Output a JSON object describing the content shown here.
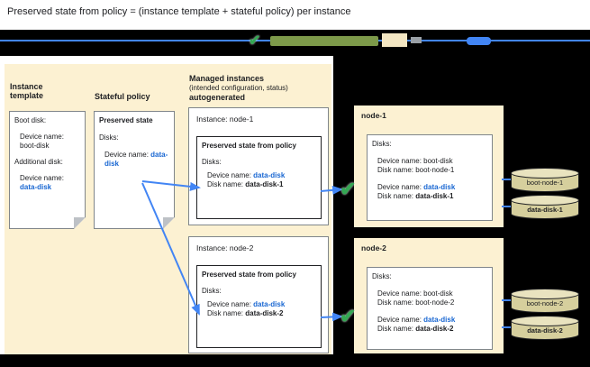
{
  "title": "Preserved state from policy = (instance template + stateful policy) per instance",
  "icons": {
    "check": "✔"
  },
  "colors": {
    "link_blue": "#1967d2",
    "arrow_blue": "#4285f4",
    "check_green": "#34a853",
    "panel_cream": "#fcf1d2"
  },
  "left_panel": {
    "template_heading": "Instance template",
    "template_note": {
      "boot_label": "Boot disk:",
      "boot_device": "Device name: boot-disk",
      "additional_label": "Additional disk:",
      "device_label": "Device name:",
      "device_value": "data-disk"
    },
    "policy_heading": "Stateful policy",
    "policy_note": {
      "title": "Preserved state",
      "disks_label": "Disks:",
      "device_label": "Device name:",
      "device_value": "data-disk"
    },
    "managed_heading_line1": "Managed instances",
    "managed_heading_line2": "(intended configuration, status)",
    "managed_heading_line3": "autogenerated",
    "instances": [
      {
        "title": "Instance: node-1",
        "preserved_title": "Preserved state from policy",
        "disks_label": "Disks:",
        "device_label": "Device name:",
        "device_value": "data-disk",
        "disk_label": "Disk name:",
        "disk_value": "data-disk-1"
      },
      {
        "title": "Instance: node-2",
        "preserved_title": "Preserved state from policy",
        "disks_label": "Disks:",
        "device_label": "Device name:",
        "device_value": "data-disk",
        "disk_label": "Disk name:",
        "disk_value": "data-disk-2"
      }
    ]
  },
  "right_panel": {
    "nodes": [
      {
        "title": "node-1",
        "disks_label": "Disks:",
        "boot_device": "Device name: boot-disk",
        "boot_disk": "Disk name: boot-node-1",
        "data_device_label": "Device name:",
        "data_device_value": "data-disk",
        "data_disk_label": "Disk name:",
        "data_disk_value": "data-disk-1"
      },
      {
        "title": "node-2",
        "disks_label": "Disks:",
        "boot_device": "Device name: boot-disk",
        "boot_disk": "Disk name: boot-node-2",
        "data_device_label": "Device name:",
        "data_device_value": "data-disk",
        "data_disk_label": "Disk name:",
        "data_disk_value": "data-disk-2"
      }
    ],
    "cylinders": [
      {
        "label": "boot-node-1"
      },
      {
        "label": "data-disk-1"
      },
      {
        "label": "boot-node-2"
      },
      {
        "label": "data-disk-2"
      }
    ]
  }
}
